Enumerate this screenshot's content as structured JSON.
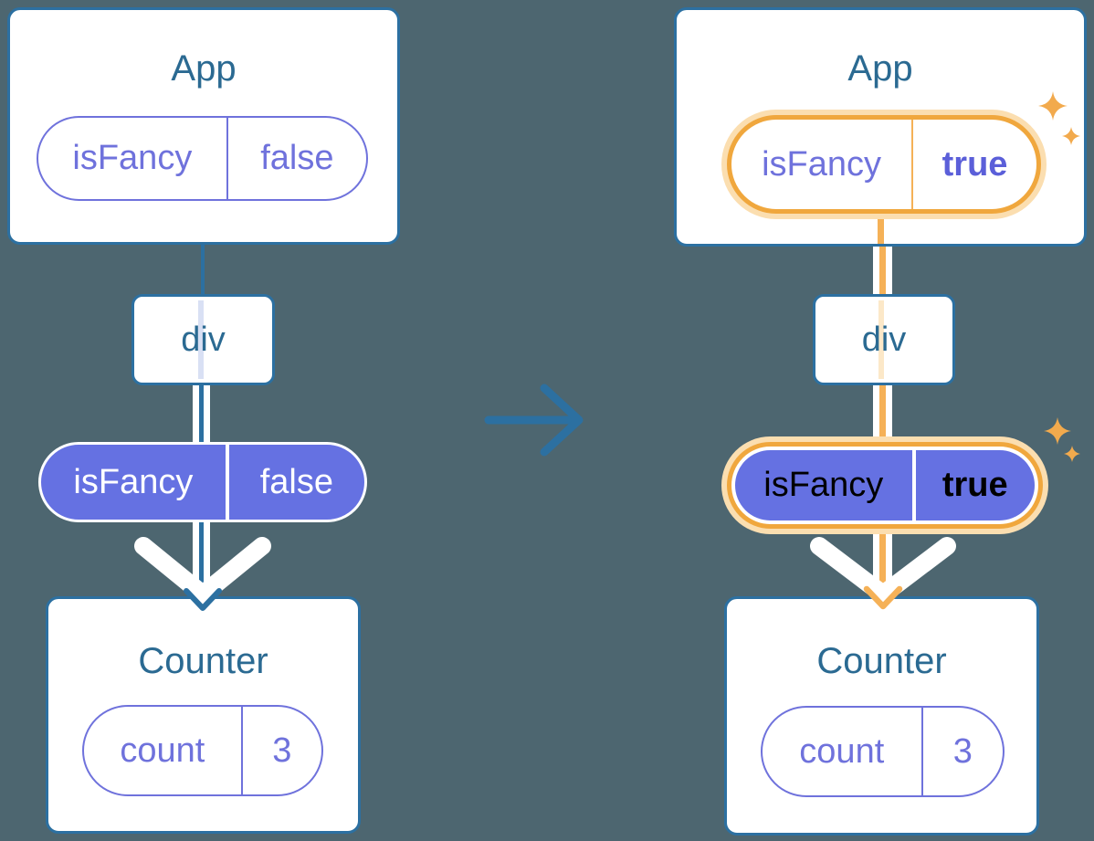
{
  "colors": {
    "background": "#4D6670",
    "box_border_blue": "#2C70A1",
    "title_text": "#2B6A92",
    "pill_purple_fill": "#6571E2",
    "pill_purple_line": "#6F72DC",
    "bold_true_purple": "#5B5FD9",
    "orange_ring": "#F0A73D",
    "orange_soft": "#F5B157",
    "orange_glow": "#FBDEB0",
    "thread_blue": "#D9E0F4",
    "thread_orange": "#FCE8C8"
  },
  "before": {
    "app": {
      "title": "App",
      "state_key": "isFancy",
      "state_value": "false"
    },
    "div_label": "div",
    "prop_key": "isFancy",
    "prop_value": "false",
    "counter": {
      "title": "Counter",
      "state_key": "count",
      "state_value": "3"
    }
  },
  "after": {
    "app": {
      "title": "App",
      "state_key": "isFancy",
      "state_value": "true"
    },
    "div_label": "div",
    "prop_key": "isFancy",
    "prop_value": "true",
    "counter": {
      "title": "Counter",
      "state_key": "count",
      "state_value": "3"
    }
  }
}
